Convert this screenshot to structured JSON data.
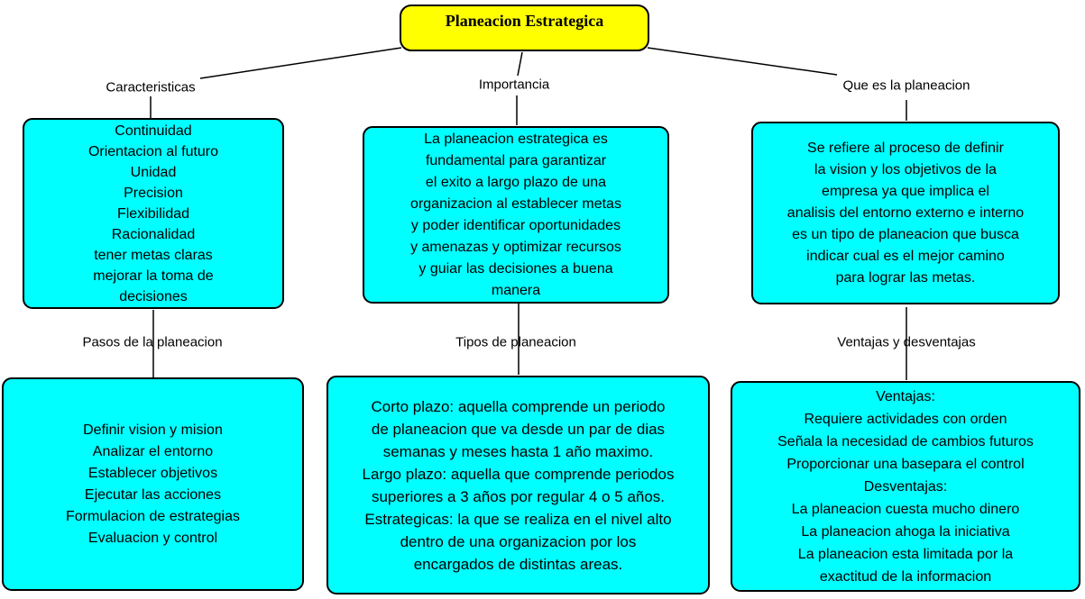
{
  "diagram": {
    "title": "Planeacion Estrategica",
    "colors": {
      "title_fill": "#FFFF00",
      "node_fill": "#00FFFF",
      "border": "#000000",
      "line": "#000000",
      "background": "#FFFFFF",
      "text": "#000000"
    },
    "sections": [
      {
        "id": "caracteristicas",
        "label": "Caracteristicas",
        "text": "Continuidad\nOrientacion al futuro\nUnidad\nPrecision\nFlexibilidad\nRacionalidad\ntener metas claras\nmejorar la toma de\ndecisiones"
      },
      {
        "id": "importancia",
        "label": "Importancia",
        "text": "La planeacion estrategica es\nfundamental para garantizar\nel exito a largo plazo de una\norganizacion al establecer metas\ny poder identificar oportunidades\ny amenazas y optimizar recursos\ny guiar las decisiones a buena\nmanera"
      },
      {
        "id": "que-es-la-planeacion",
        "label": "Que es la planeacion",
        "text": "Se refiere al proceso de definir\nla vision y los objetivos de la\nempresa ya que implica el\nanalisis del entorno externo e interno\nes un tipo de planeacion que busca\nindicar cual es el mejor camino\npara lograr las metas."
      },
      {
        "id": "pasos-de-la-planeacion",
        "label": "Pasos de la planeacion",
        "text": "Definir vision y mision\nAnalizar el entorno\nEstablecer objetivos\nEjecutar las acciones\nFormulacion de estrategias\nEvaluacion y control"
      },
      {
        "id": "tipos-de-planeacion",
        "label": "Tipos de planeacion",
        "text": "Corto plazo: aquella comprende un periodo\nde planeacion que va desde un par de dias\nsemanas y meses hasta 1 año maximo.\nLargo plazo: aquella que comprende periodos\nsuperiores a 3 años por regular 4 o 5 años.\nEstrategicas: la que se realiza en el nivel alto\ndentro de una organizacion por los\nencargados de distintas areas."
      },
      {
        "id": "ventajas-y-desventajas",
        "label": "Ventajas y desventajas",
        "text": "Ventajas:\nRequiere actividades con orden\nSeñala la necesidad de cambios futuros\nProporcionar una basepara el control\nDesventajas:\nLa planeacion cuesta mucho dinero\nLa planeacion ahoga la iniciativa\nLa planeacion esta limitada por la\nexactitud de la informacion"
      }
    ]
  }
}
